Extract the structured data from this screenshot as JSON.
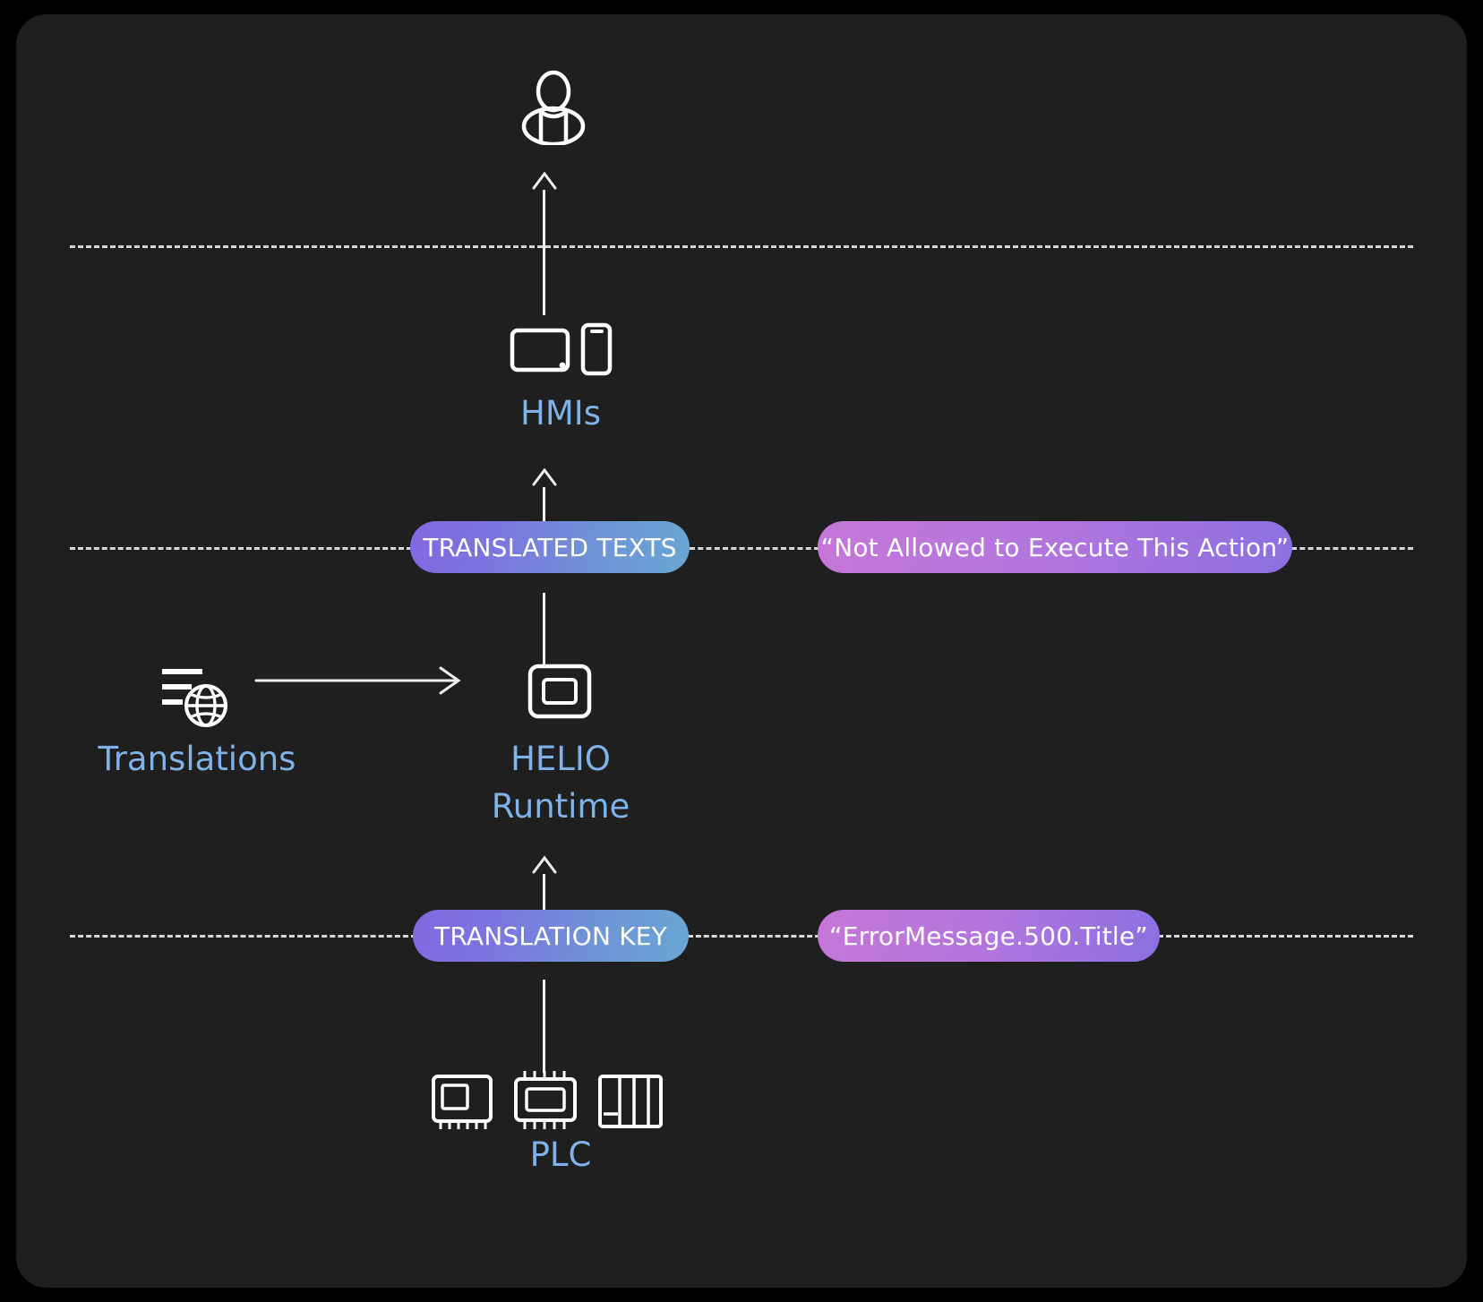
{
  "diagram": {
    "title": "HELIO Runtime translation flow",
    "background_color": "#201f1f",
    "accent_label_color": "#7fb2e8",
    "line_color": "#e8e8e8",
    "pill_blue_gradient": [
      "#8268e0",
      "#68a7d4"
    ],
    "pill_pink_gradient": [
      "#c577d8",
      "#8b70e0"
    ]
  },
  "nodes": {
    "operator": {
      "icon": "person-icon",
      "label": ""
    },
    "hmis": {
      "icon": "devices-icon",
      "label": "HMIs"
    },
    "translations": {
      "icon": "translations-globe-icon",
      "label": "Translations"
    },
    "helio": {
      "icon": "helio-runtime-icon",
      "label_line1": "HELIO",
      "label_line2": "Runtime"
    },
    "plc": {
      "icon": "plc-icon",
      "label": "PLC"
    }
  },
  "pills": {
    "translated_texts": {
      "label": "TRANSLATED TEXTS",
      "style": "blue"
    },
    "translated_example": {
      "label": "“Not Allowed to Execute This Action”",
      "style": "pink"
    },
    "translation_key": {
      "label": "TRANSLATION KEY",
      "style": "blue"
    },
    "translation_key_example": {
      "label": "“ErrorMessage.500.Title”",
      "style": "pink"
    }
  },
  "flows": [
    {
      "name": "plc-to-helio",
      "direction": "up"
    },
    {
      "name": "helio-to-hmis",
      "direction": "up"
    },
    {
      "name": "hmis-to-operator",
      "direction": "up"
    },
    {
      "name": "translations-to-helio",
      "direction": "right"
    }
  ]
}
